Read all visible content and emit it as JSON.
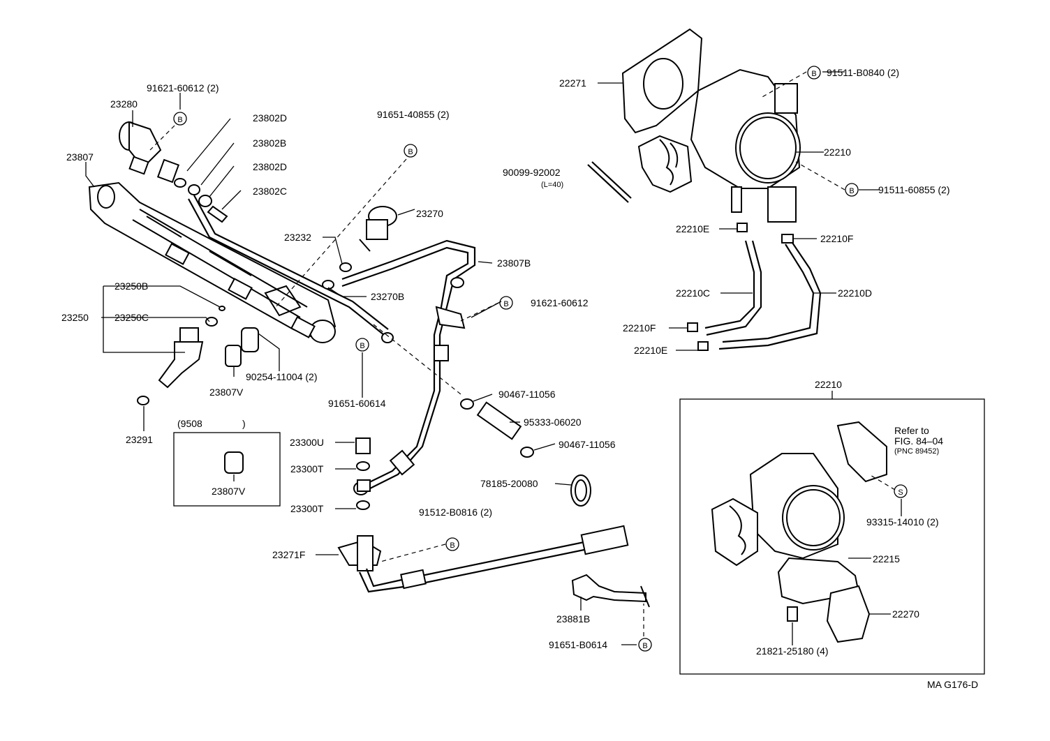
{
  "labels": {
    "p91621_60612_2": "91621-60612 (2)",
    "p23280": "23280",
    "p23802D_a": "23802D",
    "p23802B": "23802B",
    "p23802D_b": "23802D",
    "p23802C": "23802C",
    "p23807": "23807",
    "p91651_40855_2": "91651-40855 (2)",
    "p23270": "23270",
    "p23232": "23232",
    "p23807B": "23807B",
    "p23270B": "23270B",
    "p91621_60612": "91621-60612",
    "p23250B": "23250B",
    "p23250": "23250",
    "p23250C": "23250C",
    "p90254_11004_2": "90254-11004 (2)",
    "p23807V_a": "23807V",
    "p91651_60614": "91651-60614",
    "p90467_11056_a": "90467-11056",
    "p95333_06020": "95333-06020",
    "p90467_11056_b": "90467-11056",
    "p23291": "23291",
    "p9508": "(9508",
    "p9508_close": ")",
    "p23807V_b": "23807V",
    "p23300U": "23300U",
    "p23300T_a": "23300T",
    "p23300T_b": "23300T",
    "p78185_20080": "78185-20080",
    "p91512_B0816_2": "91512-B0816 (2)",
    "p23271F": "23271F",
    "p23881B": "23881B",
    "p91651_B0614": "91651-B0614",
    "p22271": "22271",
    "p91511_B0840_2": "91511-B0840 (2)",
    "p22210_a": "22210",
    "p90099_92002": "90099-92002",
    "pL40": "(L=40)",
    "p91511_60855_2": "91511-60855 (2)",
    "p22210E_a": "22210E",
    "p22210F_a": "22210F",
    "p22210C": "22210C",
    "p22210D": "22210D",
    "p22210F_b": "22210F",
    "p22210E_b": "22210E",
    "p22210_b": "22210",
    "refer_to": "Refer to",
    "fig_ref": "FIG. 84–04",
    "pnc": "(PNC 89452)",
    "p93315_14010_2": "93315-14010 (2)",
    "p22215": "22215",
    "p22270": "22270",
    "p21821_25180_4": "21821-25180 (4)",
    "figure_code": "MA  G176-D"
  },
  "markers": {
    "bolt": "B",
    "screw": "S"
  }
}
